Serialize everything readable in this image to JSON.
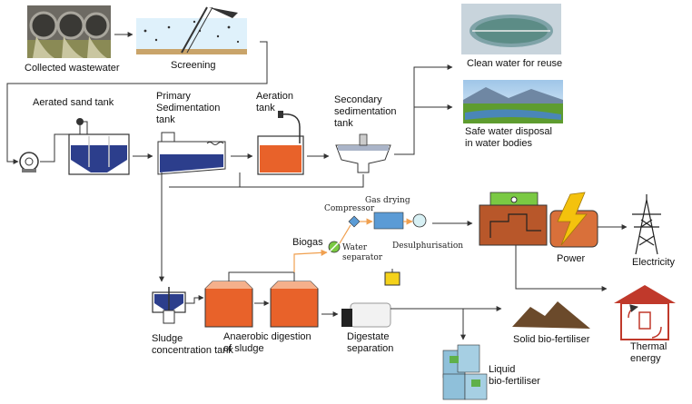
{
  "labels": {
    "collected_wastewater": "Collected wastewater",
    "screening": "Screening",
    "aerated_sand_tank": "Aerated sand tank",
    "primary_sedimentation": "Primary\nSedimentation\ntank",
    "aeration_tank": "Aeration\ntank",
    "secondary_sedimentation": "Secondary\nsedimentation\ntank",
    "clean_water_reuse": "Clean water for reuse",
    "safe_water_disposal": "Safe water disposal\nin water bodies",
    "gas_drying": "Gas drying",
    "compressor": "Compressor",
    "biogas": "Biogas",
    "water_separator": "Water\nseparator",
    "desulphurisation": "Desulphurisation",
    "power": "Power",
    "electricity": "Electricity",
    "sludge_concentration": "Sludge\nconcentration tank",
    "anaerobic_digestion": "Anaerobic digestion\nof sludge",
    "digestate_separation": "Digestate\nseparation",
    "solid_biofertiliser": "Solid bio-fertiliser",
    "thermal_energy": "Thermal\nenergy",
    "liquid_biofertiliser": "Liquid\nbio-fertiliser"
  },
  "colors": {
    "arrow": "#333333",
    "biogas_line": "#f0a050",
    "tank_orange": "#e8622a",
    "tank_blue": "#2c3e8c",
    "chp_brown": "#b8572a",
    "bolt_yellow": "#f4c20d",
    "house_red": "#c0392b",
    "soil_brown": "#6b4a2b",
    "dryer_blue": "#5b9bd5"
  }
}
